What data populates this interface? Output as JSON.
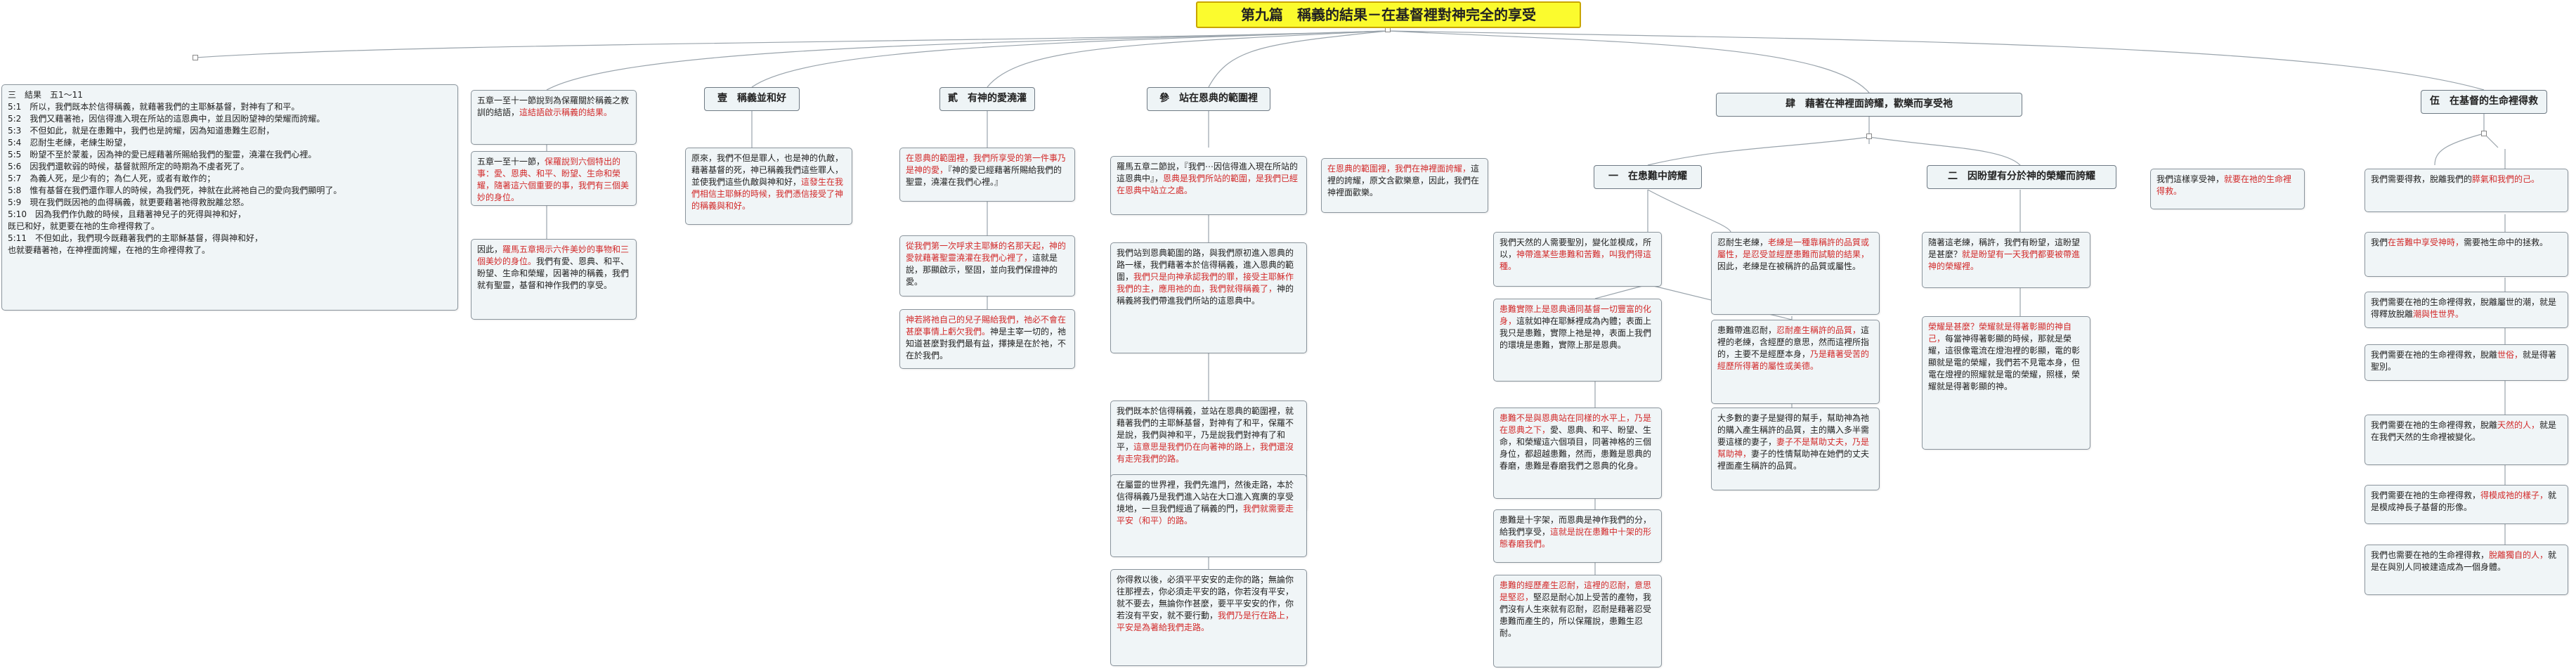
{
  "title": "第九篇　稱義的結果－在基督裡對神完全的享受",
  "summary": {
    "heading": "三　結果　五1～11",
    "lines": [
      "5:1　所以，我們既本於信得稱義，就藉著我們的主耶穌基督，對神有了和平。",
      "5:2　我們又藉著祂，因信得進入現在所站的這恩典中，並且因盼望神的榮耀而誇耀。",
      "5:3　不但如此，就是在患難中，我們也是誇耀，因為知道患難生忍耐，",
      "5:4　忍耐生老練，老練生盼望，",
      "5:5　盼望不至於蒙羞，因為神的愛已經藉著所賜給我們的聖靈，澆灌在我們心裡。",
      "5:6　因我們還軟弱的時候，基督就照所定的時期為不虔者死了。",
      "5:7　為義人死，是少有的；為仁人死，或者有敢作的；",
      "5:8　惟有基督在我們還作罪人的時候，為我們死，神就在此將祂自己的愛向我們顯明了。",
      "5:9　現在我們既因祂的血得稱義，就更要藉著祂得救脫離忿怒。",
      "5:10　因為我們作仇敵的時候，且藉著神兒子的死得與神和好，",
      "既已和好，就更要在祂的生命裡得救了。",
      "5:11　不但如此，我們現今既藉著我們的主耶穌基督，得與神和好，",
      "也就要藉著祂，在神裡面誇耀，在祂的生命裡得救了。"
    ]
  },
  "intro": {
    "box1": {
      "black": "五章一至十一節說到為保羅關於稱義之教訓的結語，",
      "red": "這結語啟示稱義的結果。"
    },
    "box2": {
      "black1": "五章一至十一節，",
      "red": "保羅說到六個特出的事：愛、恩典、和平、盼望、生命和榮耀，隨著這六個重要的事，我們有三個美妙的身位。"
    },
    "box3": {
      "black1": "因此，",
      "red": "羅馬五章揭示六件美妙的事物和三個美妙的身位。",
      "black2": "我們有愛、恩典、和平、盼望、生命和榮耀，因著神的稱義，我們就有聖靈，基督和神作我們的享受。"
    }
  },
  "sec1": {
    "header": "壹　稱義並和好",
    "box1": {
      "black": "原來，我們不但是罪人，也是神的仇敵，藉著基督的死，神已稱義我們這些罪人，並使我們這些仇敵與神和好，",
      "red": "這發生在我們相信主耶穌的時候，我們憑信接受了神的稱義與和好。"
    }
  },
  "sec2": {
    "header": "貳　有神的愛澆灌",
    "box1": {
      "red": "在恩典的範圍裡，我們所享受的第一件事乃是神的愛，",
      "black": "『神的愛已經藉著所賜給我們的聖靈，澆灌在我們心裡。』"
    },
    "box2": {
      "red": "從我們第一次呼求主耶穌的名那天起，神的愛就藉著聖靈澆灌在我們心裡了，",
      "black": "這就是說，那顯啟示，堅固，並向我們保證神的愛。"
    },
    "box3": {
      "red": "神若將祂自己的兒子賜給我們，祂必不會在甚麼事情上虧欠我們。",
      "black": "神是主宰一切的，祂知道甚麼對我們最有益，擇揀是在於祂，不在於我們。"
    }
  },
  "sec3": {
    "header": "參　站在恩典的範圍裡",
    "box1": {
      "black": "羅馬五章二節說，『我們⋯因信得進入現在所站的這恩典中』，",
      "red": "恩典是我們所站的範圍，是我們已經在恩典中站立之處。"
    },
    "box2": {
      "black1": "我們站到恩典範圍的路，與我們原初進入恩典的路一樣，我們藉著本於信得稱義，進入恩典的範圍，",
      "red": "我們只是向神承認我們的罪，接受主耶穌作我們的主，應用祂的血，我們就得稱義了，",
      "black2": "神的稱義將我們帶進我們所站的這恩典中。"
    },
    "box3": {
      "black": "我們既本於信得稱義，並站在恩典的範圍裡，就藉著我們的主耶穌基督，對神有了和平，保羅不是說，我們與神和平，乃是說我們對神有了和平，",
      "red": "這意思是我們仍在向著神的路上，我們還沒有走完我們的路。"
    },
    "box4": {
      "black": "在屬靈的世界裡，我們先進門，然後走路，本於信得稱義乃是我們進入站在大口進入寬廣的享受境地，一旦我們經過了稱義的門，",
      "red": "我們就需要走平安（和平）的路。"
    },
    "box5": {
      "black": "你得救以後，必須平平安安的走你的路；無論你往那裡去，你必須走平安的路，你若沒有平安，就不要去，無論你作甚麼，要平平安安的作，你若沒有平安，就不要行動，",
      "red": "我們乃是行在路上，平安是為著給我們走路。"
    }
  },
  "sec4": {
    "header": "肆　藉著在神裡面誇耀，歡樂而享受祂",
    "box0": {
      "red": "在恩典的範圍裡，我們在神裡面誇耀，",
      "black": "這裡的誇耀，原文含歡樂意，因此，我們在神裡面歡樂。"
    },
    "subA": {
      "header": "一　在患難中誇耀",
      "box1": {
        "black1": "我們天然的人需要聖別，變化並模成，所以，",
        "red1": "神帶進某些患難和苦難，",
        "red2": "叫我們得這種。"
      },
      "box2": {
        "red": "患難實際上是恩典通同基督一切豐富的化身，",
        "black": "這就如神在耶穌裡成為內體；表面上我只是患難，實際上祂是神，表面上我們的環境是患難，實際上那是恩典。"
      },
      "box3": {
        "red": "患難不是與恩典站在同樣的水平上，乃是在恩典之下，",
        "black": "愛、恩典、和平、盼望、生命，和榮耀這六個項目，同著神格的三個身位，都超越患難，然而，",
        "red2": "患難是恩典的春磨，",
        "black2": "患難是恩典的春磨，患難是春磨我們之恩典的化身。"
      },
      "box4": {
        "black": "患難是十字架，而恩典是神作我們的分，給我們享受，",
        "red": "這就是說在患難中十架的形態春磨我們。"
      },
      "box5": {
        "red": "患難的經歷產生忍耐，這裡的忍耐，意思是堅忍，",
        "black": "堅忍是耐心加上受苦的產物，我們沒有人生來就有忍耐，忍耐是藉著忍受患難而產生的，所以保羅說，患難生忍耐。"
      },
      "boxR1": {
        "black": "忍耐生老練，",
        "red": "老練是一種靠稱許的品質或屬性，是忍受並經歷患難而試驗的結果，",
        "black2": "因此，老練是在被稱許的品質或屬性。"
      },
      "boxR2": {
        "black": "患難帶進忍耐，",
        "red": "忍耐產生稱許的品質，",
        "black2": "這裡的老練，含經歷的意思，然而這裡所指的，主要不是經歷本身，",
        "red2": "乃是藉著受苦的經歷所得著的屬性或美德。"
      },
      "boxR3": {
        "black": "大多數的妻子是變得的幫手，幫助神為祂的購入產生稱許的品質，主的購入多半需要這樣的妻子，",
        "red": "妻子不是幫助丈夫，乃是幫助神，",
        "black2": "妻子的性情幫助神在她們的丈夫裡面產生稱許的品質。"
      }
    },
    "subB": {
      "header": "二　因盼望有分於神的榮耀而誇耀",
      "box1": {
        "black": "隨著這老練，稱許，我們有盼望，這盼望是甚麼？",
        "red": "就是盼望有一天我們都要被帶進神的榮耀裡。"
      },
      "box2": {
        "red": "榮耀是甚麼？榮耀就是得著彰顯的神自己，",
        "black": "每當神得著彰顯的時候，那就是榮耀，這很像電流在燈泡裡的彰顯，電的彰顯就是電的榮耀，我們若不見電本身，但電在燈裡的照耀就是電的榮耀，照樣，榮耀就是得著彰顯的神。"
      }
    }
  },
  "sec5": {
    "header": "伍　在基督的生命裡得救",
    "boxL": {
      "black": "我們這樣享受神，",
      "red": "就要在祂的生命裡得救。"
    },
    "boxes": [
      {
        "black": "我們需要得救，脫離我們的",
        "red": "膵氣和我們的己。"
      },
      {
        "black": "我們",
        "red": "在苦難中享受神時，",
        "black2": "需要祂生命中的拯救。"
      },
      {
        "black": "我們需要在祂的生命裡得救，脫離屬世的潮，就是得釋放脫離",
        "red": "潮與性世界。"
      },
      {
        "black": "我們需要在祂的生命裡得救，脫離",
        "red": "世俗，",
        "black2": "就是得著聖別。"
      },
      {
        "black": "我們需要在祂的生命裡得救，脫離",
        "red": "天然的人，",
        "black2": "就是在我們天然的生命裡被變化。"
      },
      {
        "black": "我們需要在祂的生命裡得救，",
        "red": "得模成祂的樣子，",
        "black2": "就是模成神長子基督的形像。"
      },
      {
        "black": "我們也需要在祂的生命裡得救，",
        "red": "脫離獨自的人，",
        "black2": "就是在與別人同被建造成為一個身體。"
      }
    ]
  },
  "colors": {
    "title_bg": "#fbfb2e",
    "red_text": "#d22a2a",
    "box_bg": "#f0f5f7",
    "box_border": "#8a949c",
    "line": "#9aa4ac"
  }
}
